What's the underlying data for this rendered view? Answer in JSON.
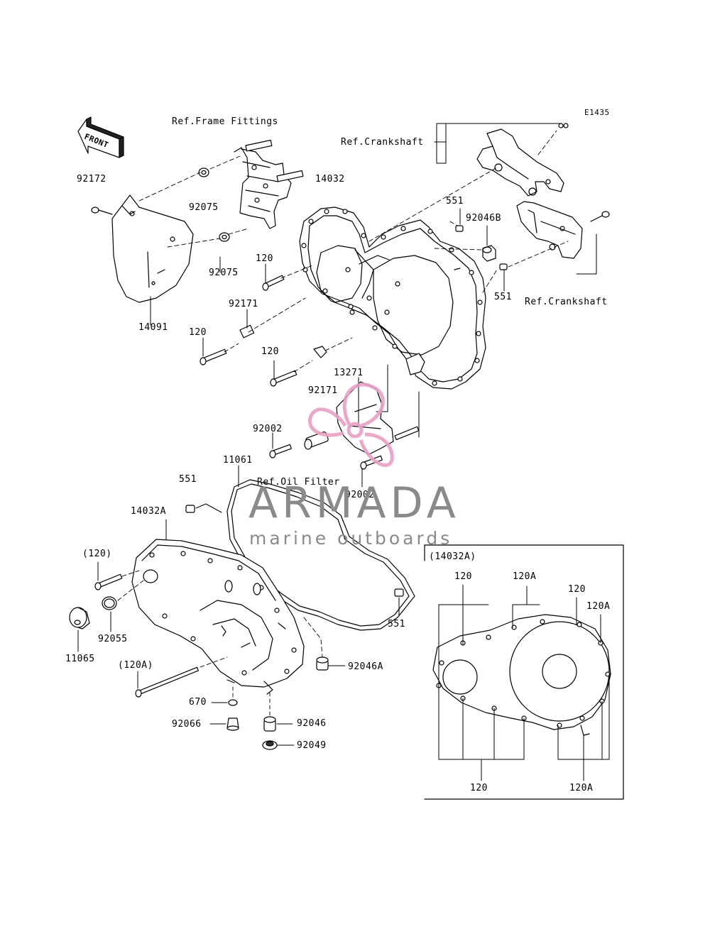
{
  "figure_code": "E1435",
  "front_arrow_text": "FRONT",
  "references": {
    "frame_fittings": "Ref.Frame Fittings",
    "crankshaft_top": "Ref.Crankshaft",
    "crankshaft_right": "Ref.Crankshaft",
    "oil_filter": "Ref.Oil Filter"
  },
  "part_labels": {
    "p92172": "92172",
    "p14032": "14032",
    "p92075_a": "92075",
    "p92075_b": "92075",
    "p14091": "14091",
    "p120_a": "120",
    "p120_b": "120",
    "p120_c": "120",
    "p92171_a": "92171",
    "p92171_b": "92171",
    "p551_a": "551",
    "p92046b": "92046B",
    "p551_b": "551",
    "p13271": "13271",
    "p92002_a": "92002",
    "p92002_b": "92002",
    "p11061": "11061",
    "p551_c": "551",
    "p14032a": "14032A",
    "p120_paren": "(120)",
    "p92055": "92055",
    "p11065": "11065",
    "p120a_paren": "(120A)",
    "p551_d": "551",
    "p92046a": "92046A",
    "p670": "670",
    "p92066": "92066",
    "p92046": "92046",
    "p92049": "92049"
  },
  "inset": {
    "title": "(14032A)",
    "label_120_top": "120",
    "label_120a_top": "120A",
    "label_120_right": "120",
    "label_120a_right": "120A",
    "label_120_bottom": "120",
    "label_120a_bottom": "120A"
  },
  "watermark": {
    "brand": "ARMADA",
    "tagline": "marine outboards",
    "brand_color": "#8a8a8a",
    "accent_color": "#e8a0c4"
  }
}
